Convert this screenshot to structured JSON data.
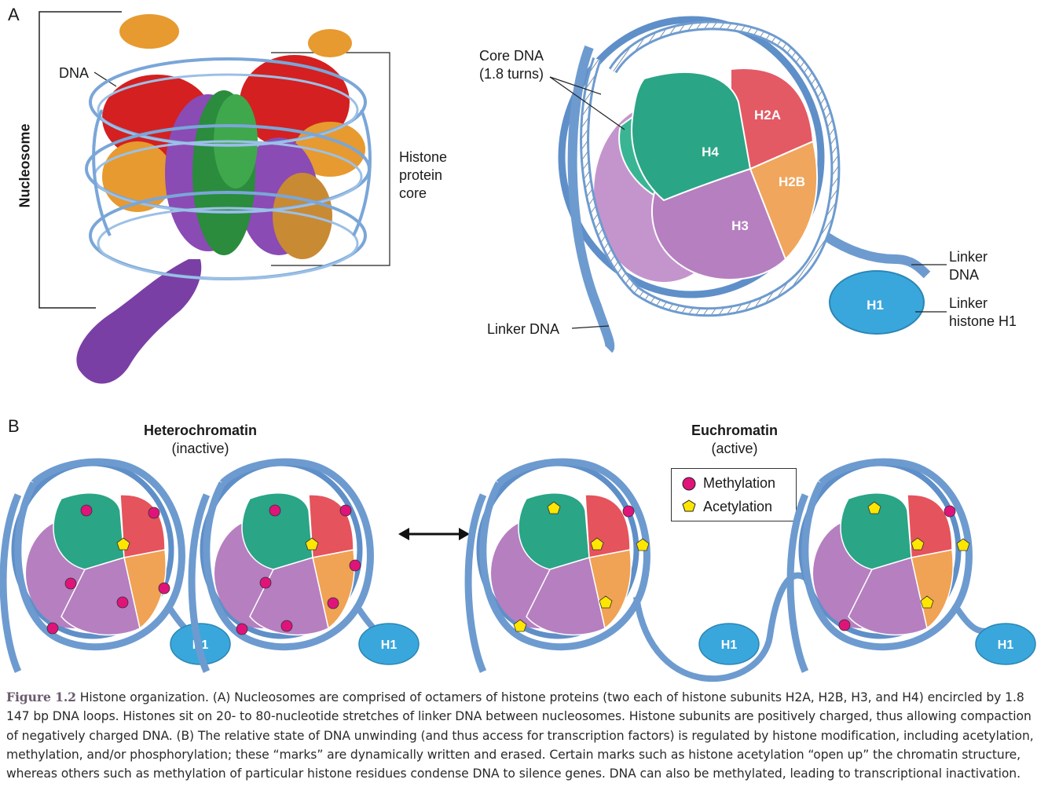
{
  "panel_a": {
    "letter": "A",
    "structure_labels": {
      "dna": "DNA",
      "nucleosome": "Nucleosome",
      "histone_core_line1": "Histone",
      "histone_core_line2": "protein",
      "histone_core_line3": "core"
    },
    "schematic_labels": {
      "core_dna_line1": "Core DNA",
      "core_dna_line2": "(1.8 turns)",
      "linker_dna_left": "Linker DNA",
      "linker_dna_right_line1": "Linker",
      "linker_dna_right_line2": "DNA",
      "linker_histone_line1": "Linker",
      "linker_histone_line2": "histone H1"
    },
    "histones": {
      "h2a": "H2A",
      "h4": "H4",
      "h2b": "H2B",
      "h3": "H3",
      "h1": "H1"
    }
  },
  "panel_b": {
    "letter": "B",
    "heterochromatin_title": "Heterochromatin",
    "heterochromatin_state": "(inactive)",
    "euchromatin_title": "Euchromatin",
    "euchromatin_state": "(active)",
    "legend": {
      "methylation": "Methylation",
      "acetylation": "Acetylation"
    },
    "h1_label": "H1"
  },
  "caption": {
    "figure_label": "Figure 1.2",
    "text": " Histone organization. (A) Nucleosomes are comprised of octamers of histone proteins (two each of histone subunits H2A, H2B, H3, and H4) encircled by 1.8 147 bp DNA loops. Histones sit on 20- to 80-nucleotide stretches of linker DNA between nucleosomes. Histone subunits are positively charged, thus allowing compaction of negatively charged DNA. (B) The relative state of DNA unwinding (and thus access for transcription factors) is regulated by histone modification, including acetylation, methylation, and/or phosphorylation; these “marks” are dynamically written and erased. Certain marks such as histone acetylation “open up” the chromatin structure, whereas others such as methylation of particular histone residues condense DNA to silence genes. DNA can also be methylated, leading to transcriptional inactivation."
  },
  "colors": {
    "h2a": "#e5535c",
    "h4": "#2aa586",
    "h2b": "#f0a255",
    "h3": "#b67fc0",
    "h1": "#3aa7dc",
    "dna": "#6d9bd0",
    "methylation": "#e0137b",
    "acetylation": "#ffe600",
    "caption_label": "#6b5a6e"
  }
}
